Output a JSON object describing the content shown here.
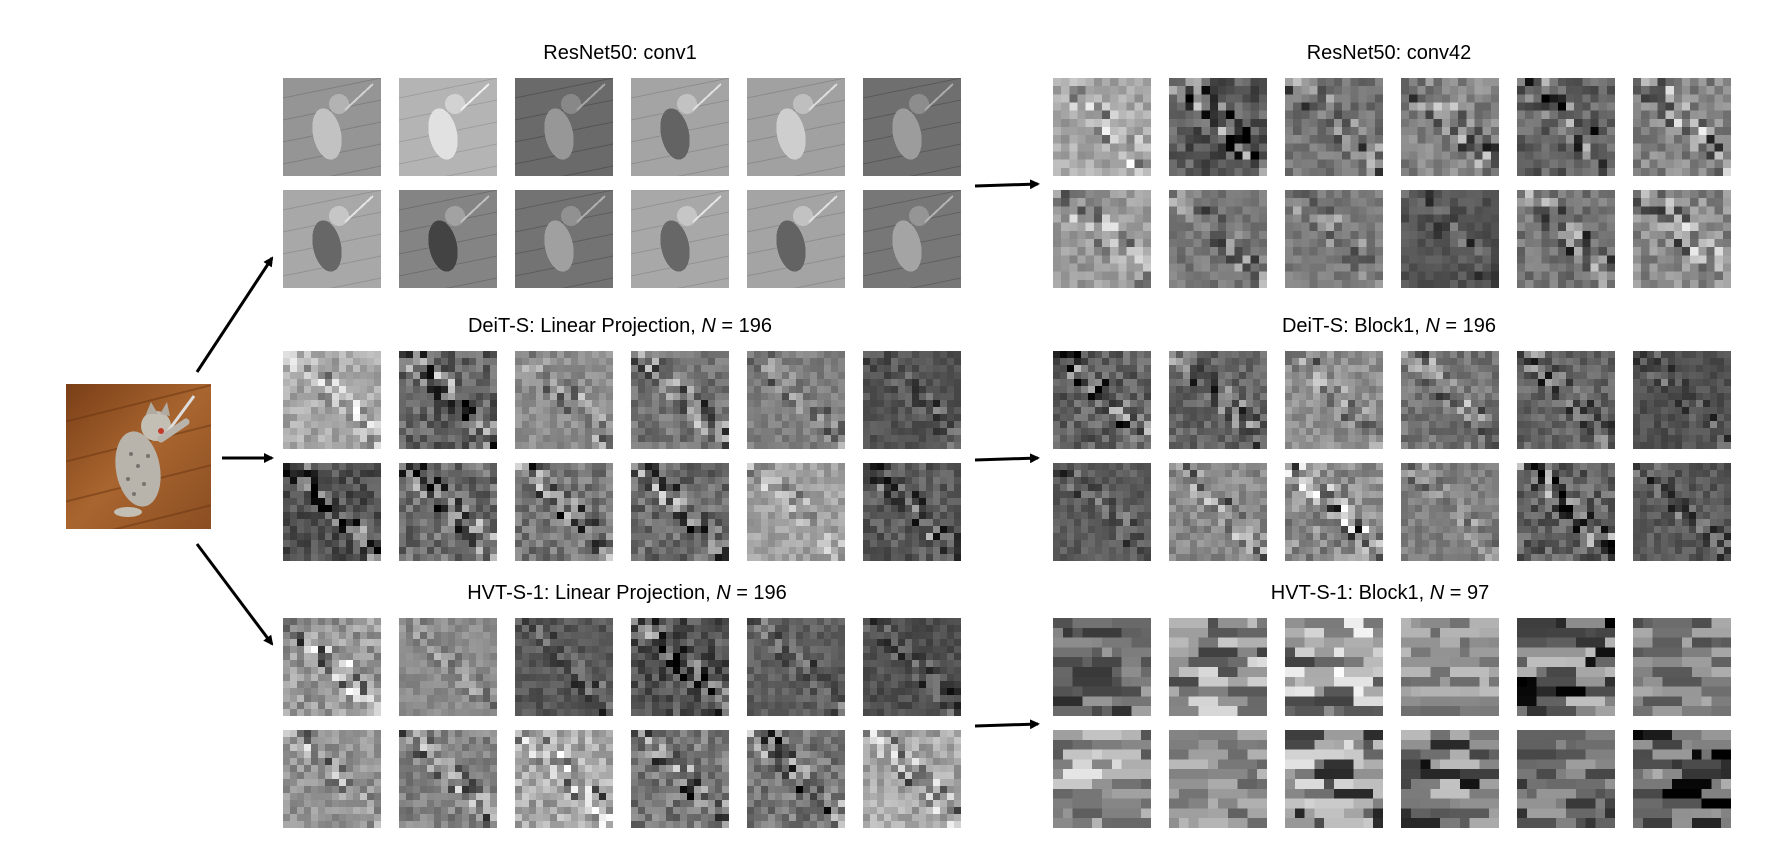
{
  "panels": [
    {
      "key": "resnet_conv1",
      "title_prefix": "ResNet50: conv1",
      "title_var": "",
      "title_suffix": "",
      "style": "photo"
    },
    {
      "key": "resnet_conv42",
      "title_prefix": "ResNet50: conv42",
      "title_var": "",
      "title_suffix": "",
      "style": "grid",
      "grid": 12
    },
    {
      "key": "deit_linear",
      "title_prefix": "DeiT-S: Linear Projection, ",
      "title_var": "N",
      "title_suffix": " = 196",
      "style": "grid",
      "grid": 14
    },
    {
      "key": "deit_block1",
      "title_prefix": "DeiT-S: Block1, ",
      "title_var": "N",
      "title_suffix": " = 196",
      "style": "grid",
      "grid": 14
    },
    {
      "key": "hvt_linear",
      "title_prefix": "HVT-S-1: Linear Projection, ",
      "title_var": "N",
      "title_suffix": " = 196",
      "style": "grid",
      "grid": 14
    },
    {
      "key": "hvt_block1",
      "title_prefix": "HVT-S-1: Block1, ",
      "title_var": "N",
      "title_suffix": " = 97",
      "style": "blocky",
      "grid": 10
    }
  ],
  "tiles_per_panel": 12,
  "colors": {
    "background": "#ffffff",
    "arrow": "#000000",
    "wood": "#8a4e22",
    "cat": "#b9b4ab"
  }
}
